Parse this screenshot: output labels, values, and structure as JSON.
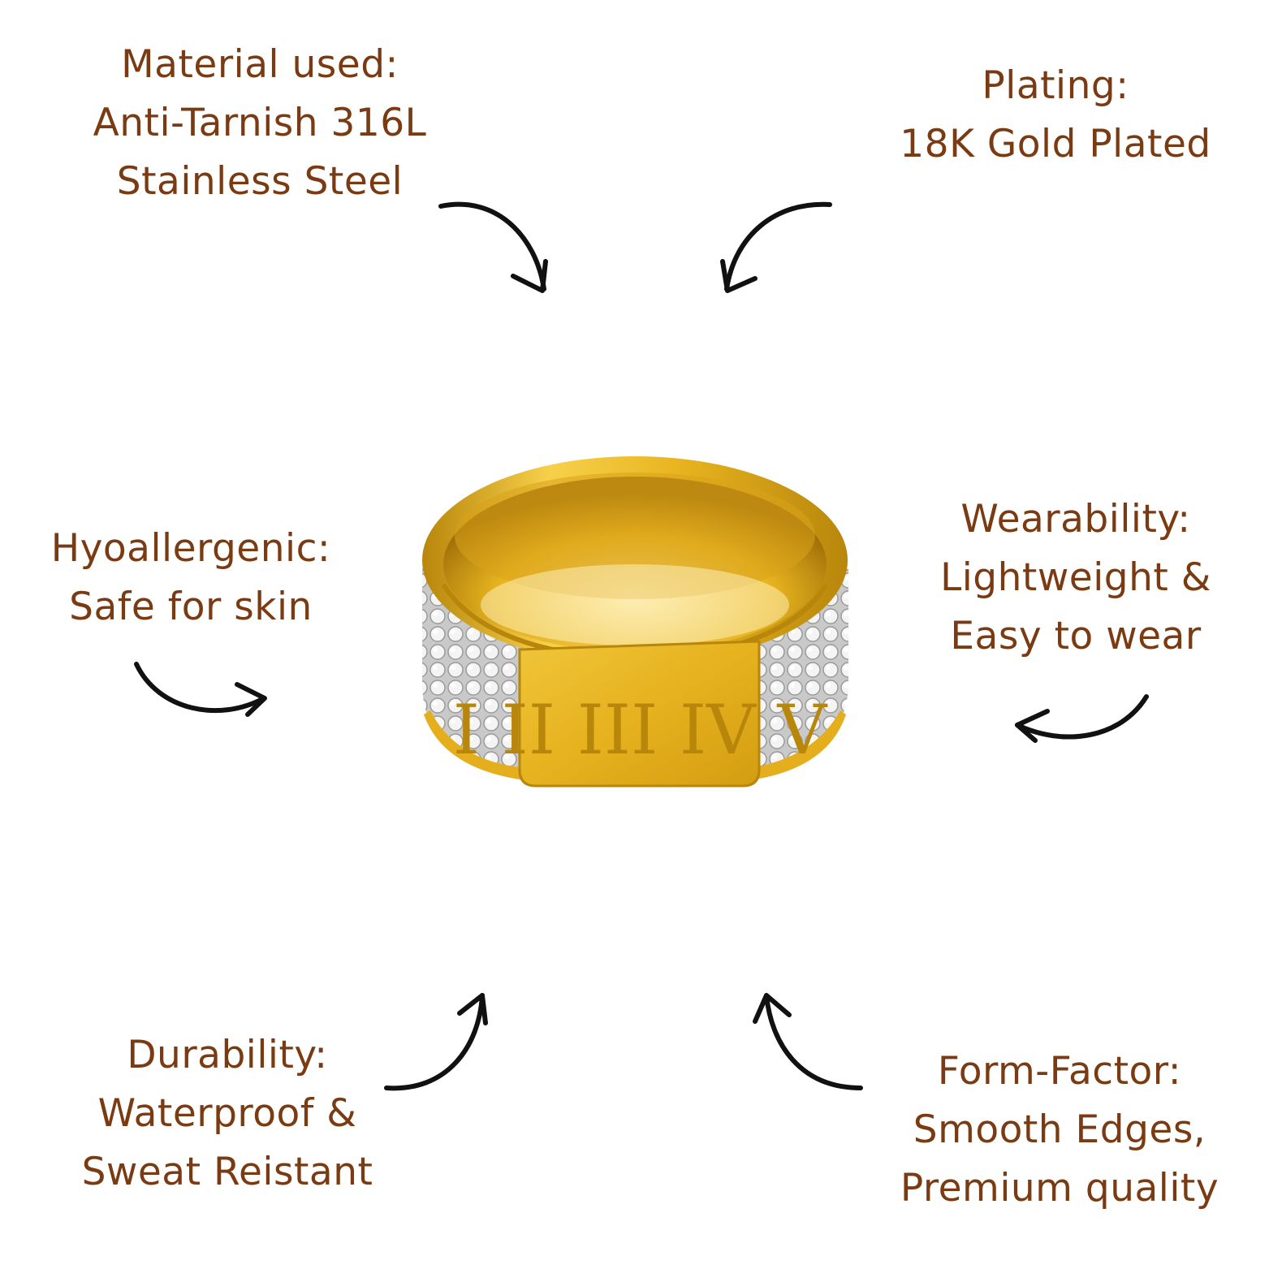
{
  "features": {
    "material": {
      "heading": "Material used:",
      "line1": "Anti-Tarnish 316L",
      "line2": "Stainless Steel"
    },
    "plating": {
      "heading": "Plating:",
      "line1": "18K Gold Plated"
    },
    "hypoallergenic": {
      "heading": "Hyoallergenic:",
      "line1": "Safe for skin"
    },
    "wearability": {
      "heading": "Wearability:",
      "line1": "Lightweight &",
      "line2": "Easy to wear"
    },
    "durability": {
      "heading": "Durability:",
      "line1": "Waterproof &",
      "line2": "Sweat Reistant"
    },
    "form_factor": {
      "heading": "Form-Factor:",
      "line1": "Smooth Edges,",
      "line2": "Premium quality"
    }
  },
  "ring": {
    "engraving": "I II III IV V"
  },
  "colors": {
    "text": "#7a3a12",
    "arrow": "#111111",
    "gold": "#e8b520",
    "crystal": "#dcdcdc"
  }
}
